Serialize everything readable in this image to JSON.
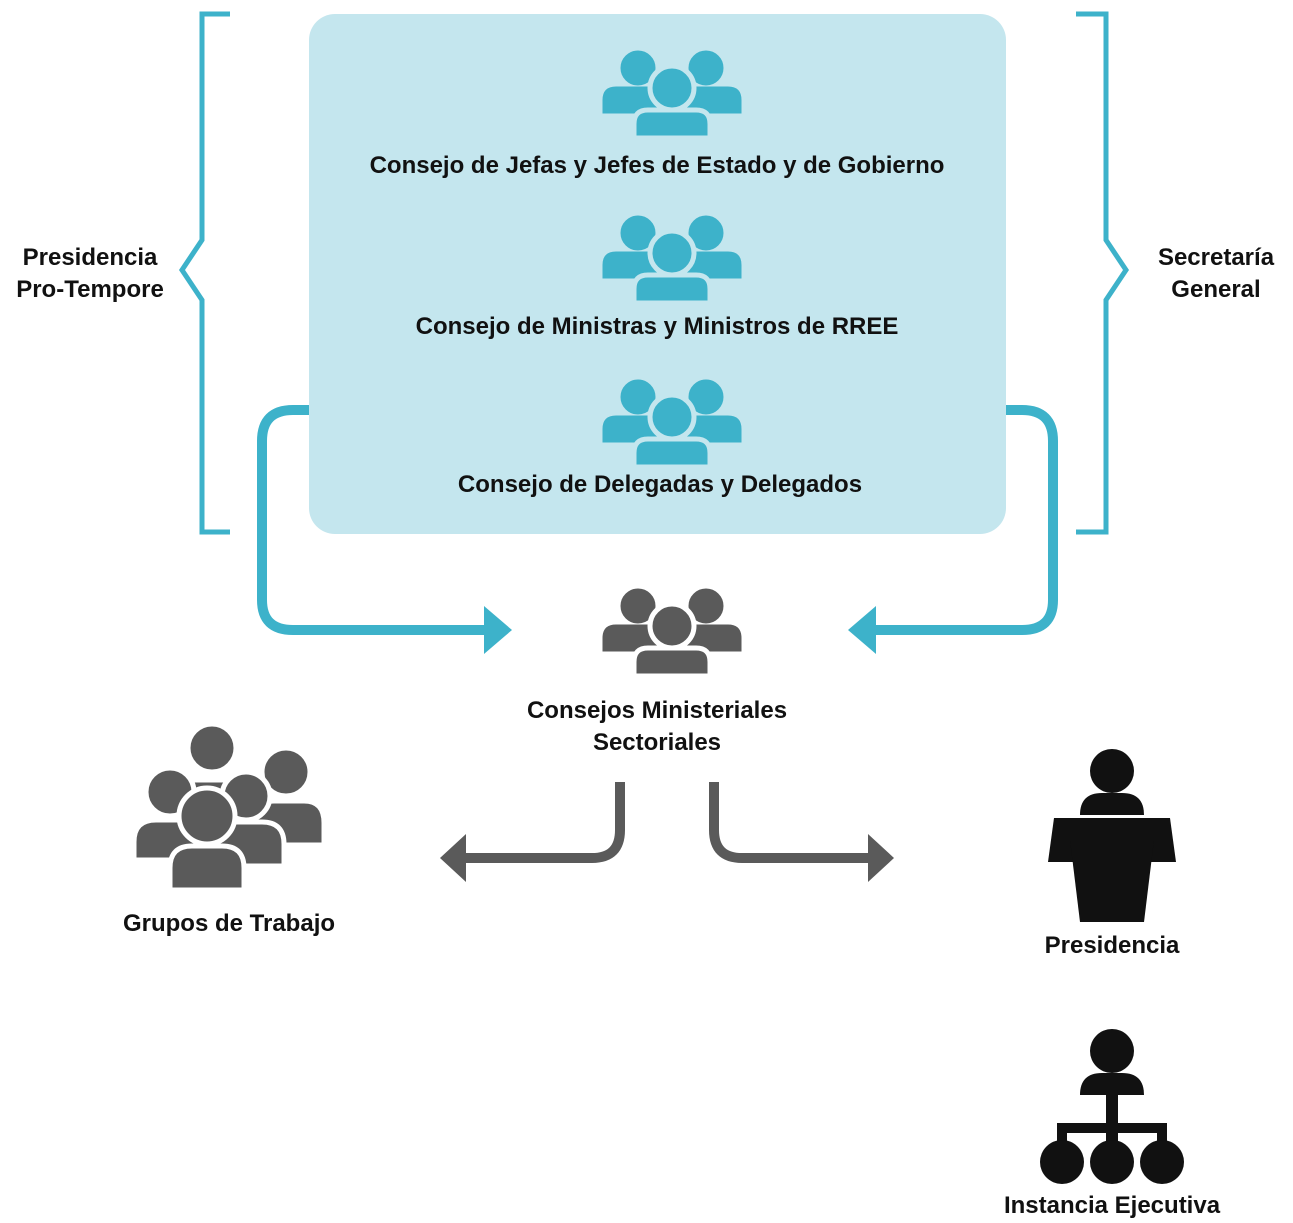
{
  "left_bracket": {
    "label_line1": "Presidencia",
    "label_line2": "Pro-Tempore"
  },
  "right_bracket": {
    "label_line1": "Secretaría",
    "label_line2": "General"
  },
  "councils": [
    {
      "label": "Consejo de Jefas y Jefes de Estado y de Gobierno",
      "icon": "group-icon"
    },
    {
      "label": "Consejo de Ministras y Ministros de RREE",
      "icon": "group-icon"
    },
    {
      "label": "Consejo de Delegadas y Delegados",
      "icon": "group-icon"
    }
  ],
  "sectoral": {
    "label_line1": "Consejos Ministeriales",
    "label_line2": "Sectoriales",
    "icon": "group-icon"
  },
  "working_groups": {
    "label": "Grupos de Trabajo",
    "icon": "large-group-icon"
  },
  "presidency": {
    "label": "Presidencia",
    "icon": "podium-speaker-icon"
  },
  "executive": {
    "label": "Instancia Ejecutiva",
    "icon": "org-hierarchy-icon"
  },
  "colors": {
    "accent": "#3DB2CA",
    "panel": "#C4E6EE",
    "gray": "#5A5A5A",
    "dark": "#111111"
  }
}
